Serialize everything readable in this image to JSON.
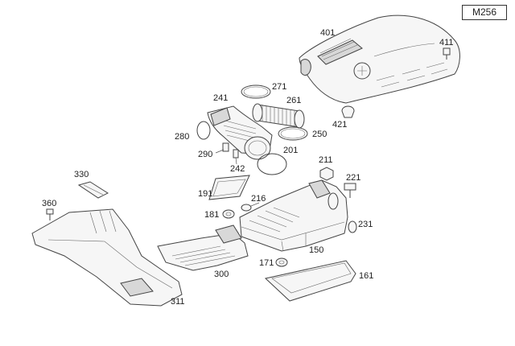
{
  "diagram": {
    "model_code": "M256",
    "callouts": {
      "c401": "401",
      "c411": "411",
      "c421": "421",
      "c271": "271",
      "c261": "261",
      "c241": "241",
      "c250": "250",
      "c280": "280",
      "c290": "290",
      "c242": "242",
      "c201": "201",
      "c211": "211",
      "c221": "221",
      "c330": "330",
      "c191": "191",
      "c216": "216",
      "c360": "360",
      "c181": "181",
      "c231": "231",
      "c150": "150",
      "c300": "300",
      "c171": "171",
      "c161": "161",
      "c311": "311"
    }
  }
}
